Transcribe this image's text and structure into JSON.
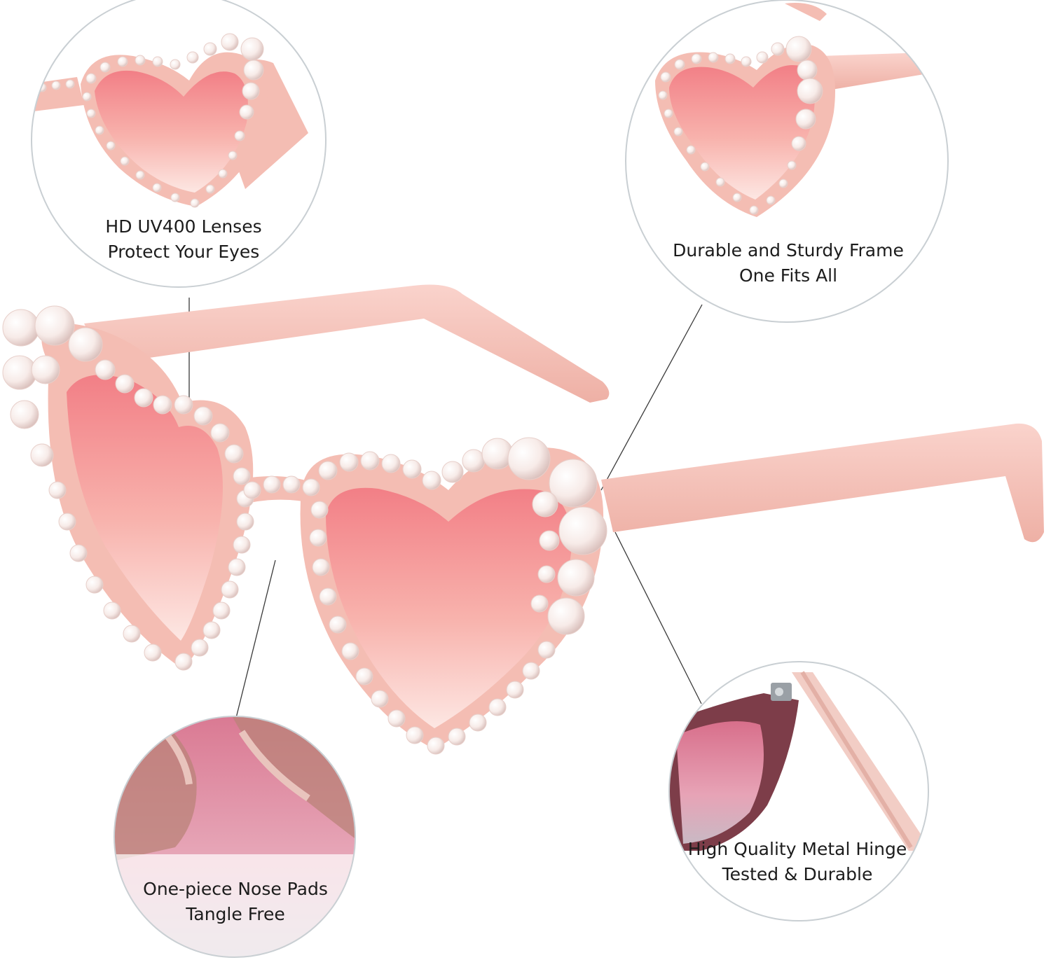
{
  "callouts": {
    "lenses": {
      "line1": "HD UV400 Lenses",
      "line2": "Protect Your Eyes",
      "icon": "heart-lens-closeup-icon"
    },
    "frame": {
      "line1": "Durable and Sturdy Frame",
      "line2": "One Fits All",
      "icon": "heart-frame-closeup-icon"
    },
    "nose_pads": {
      "line1": "One-piece Nose Pads",
      "line2": "Tangle Free",
      "icon": "nose-pad-closeup-icon"
    },
    "hinge": {
      "line1": "High Quality Metal Hinge",
      "line2": "Tested & Durable",
      "icon": "metal-hinge-closeup-icon"
    }
  },
  "colors": {
    "background": "#ffffff",
    "frame_pink": "#f7c6bd",
    "frame_shadow": "#e9a89c",
    "lens_top": "#f27f86",
    "lens_bottom": "#fde3df",
    "pearl": "#fbf2f0",
    "circle_border": "#c9cfd3",
    "leader_line": "#3a3a3a",
    "text": "#1c1c1c"
  }
}
